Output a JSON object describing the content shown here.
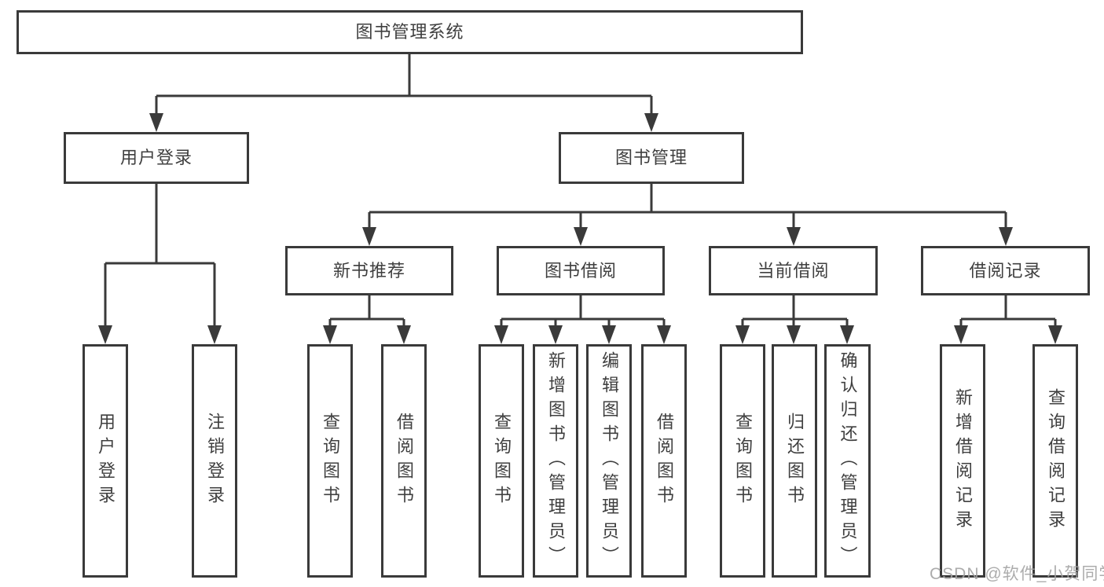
{
  "colors": {
    "line": "#3a3a3a",
    "box_border": "#3a3a3a",
    "text": "#3f3f3f",
    "watermark": "#a3a3a3",
    "background": "#ffffff"
  },
  "diagram": {
    "type": "tree",
    "root": {
      "label": "图书管理系统",
      "children": [
        {
          "label": "用户登录",
          "children": [
            {
              "label": "用户登录"
            },
            {
              "label": "注销登录"
            }
          ]
        },
        {
          "label": "图书管理",
          "children": [
            {
              "label": "新书推荐",
              "children": [
                {
                  "label": "查询图书"
                },
                {
                  "label": "借阅图书"
                }
              ]
            },
            {
              "label": "图书借阅",
              "children": [
                {
                  "label": "查询图书"
                },
                {
                  "label": "新增图书（管理员）"
                },
                {
                  "label": "编辑图书（管理员）"
                },
                {
                  "label": "借阅图书"
                }
              ]
            },
            {
              "label": "当前借阅",
              "children": [
                {
                  "label": "查询图书"
                },
                {
                  "label": "归还图书"
                },
                {
                  "label": "确认归还（管理员）"
                }
              ]
            },
            {
              "label": "借阅记录",
              "children": [
                {
                  "label": "新增借阅记录"
                },
                {
                  "label": "查询借阅记录"
                }
              ]
            }
          ]
        }
      ]
    }
  },
  "watermark": {
    "text": "CSDN @软件_小贺同学"
  }
}
